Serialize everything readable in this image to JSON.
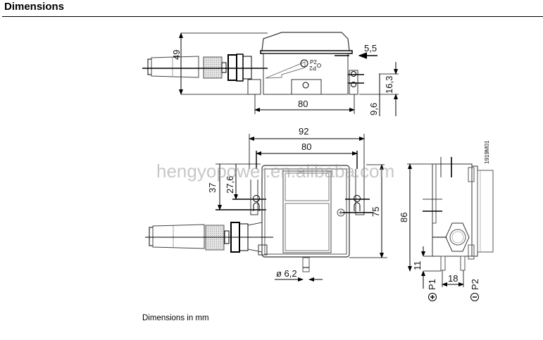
{
  "header": {
    "title": "Dimensions"
  },
  "caption": "Dimensions in mm",
  "watermark": "hengyopower.en.alibaba.com",
  "drawing_code": "1919M01",
  "top_view": {
    "dims": {
      "height": "49",
      "offset_right": "5,5",
      "hole_spacing": "16,3",
      "base_offset": "9,6",
      "width": "80"
    },
    "port_labels": {
      "p2": "P2",
      "p2_mirror": "P2"
    }
  },
  "front_view": {
    "dims": {
      "overall_width": "92",
      "hole_width": "80",
      "height_37": "37",
      "height_27_6": "27,6",
      "height_75": "75",
      "tube_diameter": "ø 6,2"
    }
  },
  "side_view": {
    "dims": {
      "height": "86",
      "port_offset": "11",
      "port_spacing": "18"
    },
    "ports": [
      {
        "label": "P1",
        "polarity": "+"
      },
      {
        "label": "P2",
        "polarity": "−"
      }
    ]
  }
}
